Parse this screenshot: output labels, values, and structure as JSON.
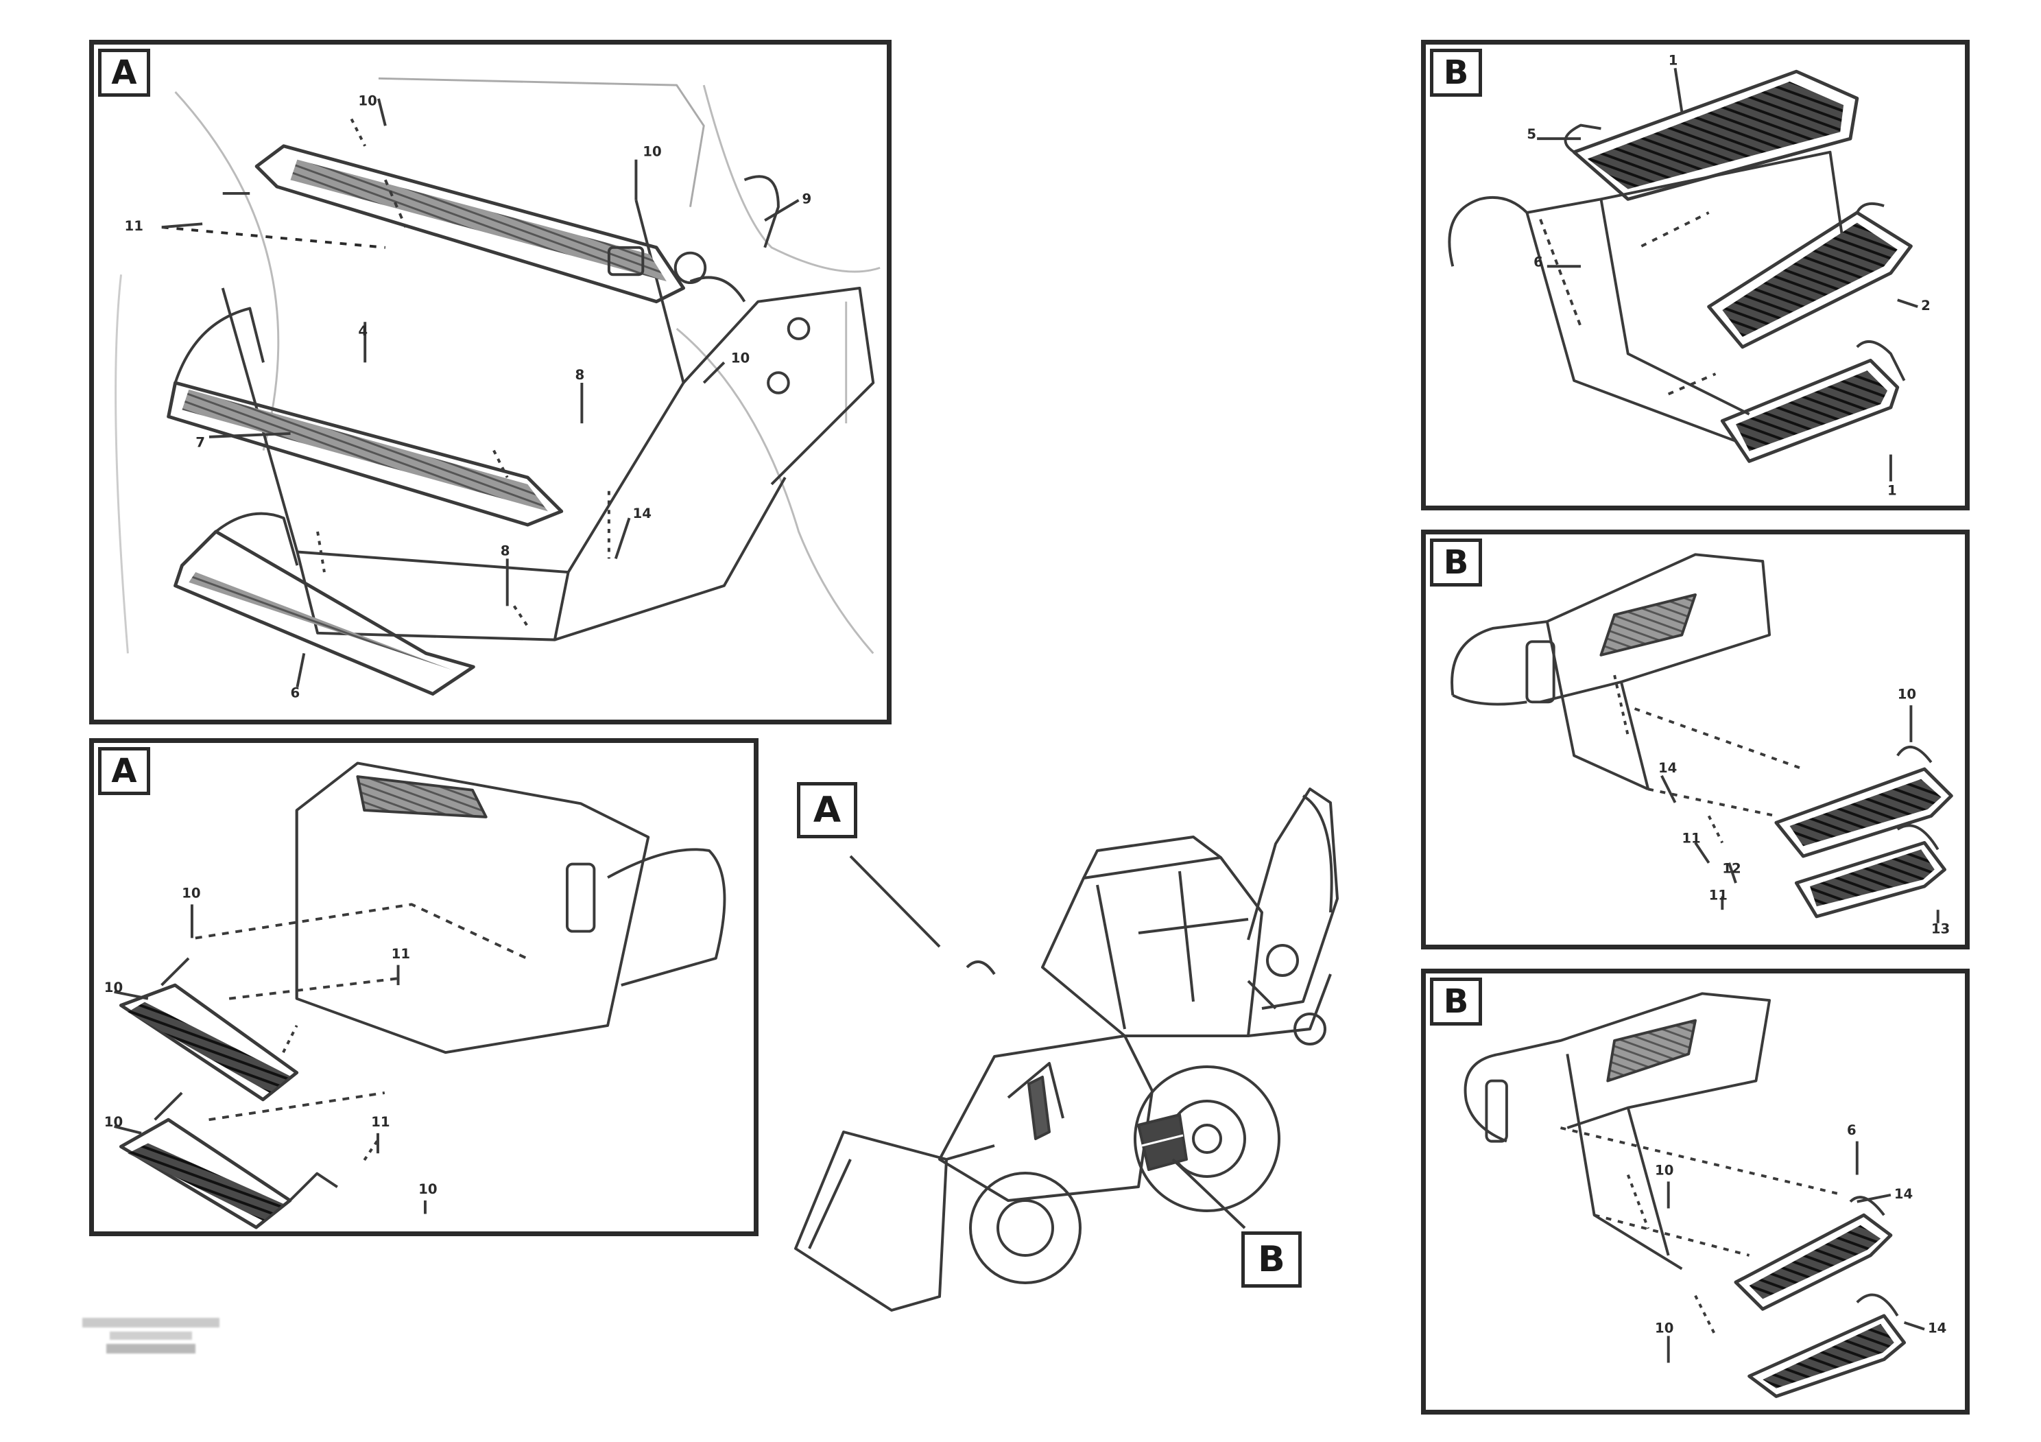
{
  "panels": [
    {
      "label": "A"
    },
    {
      "label": "A"
    },
    {
      "label": "B"
    },
    {
      "label": "B"
    },
    {
      "label": "B"
    }
  ],
  "overview": {
    "callout_a": "A",
    "callout_b": "B"
  }
}
